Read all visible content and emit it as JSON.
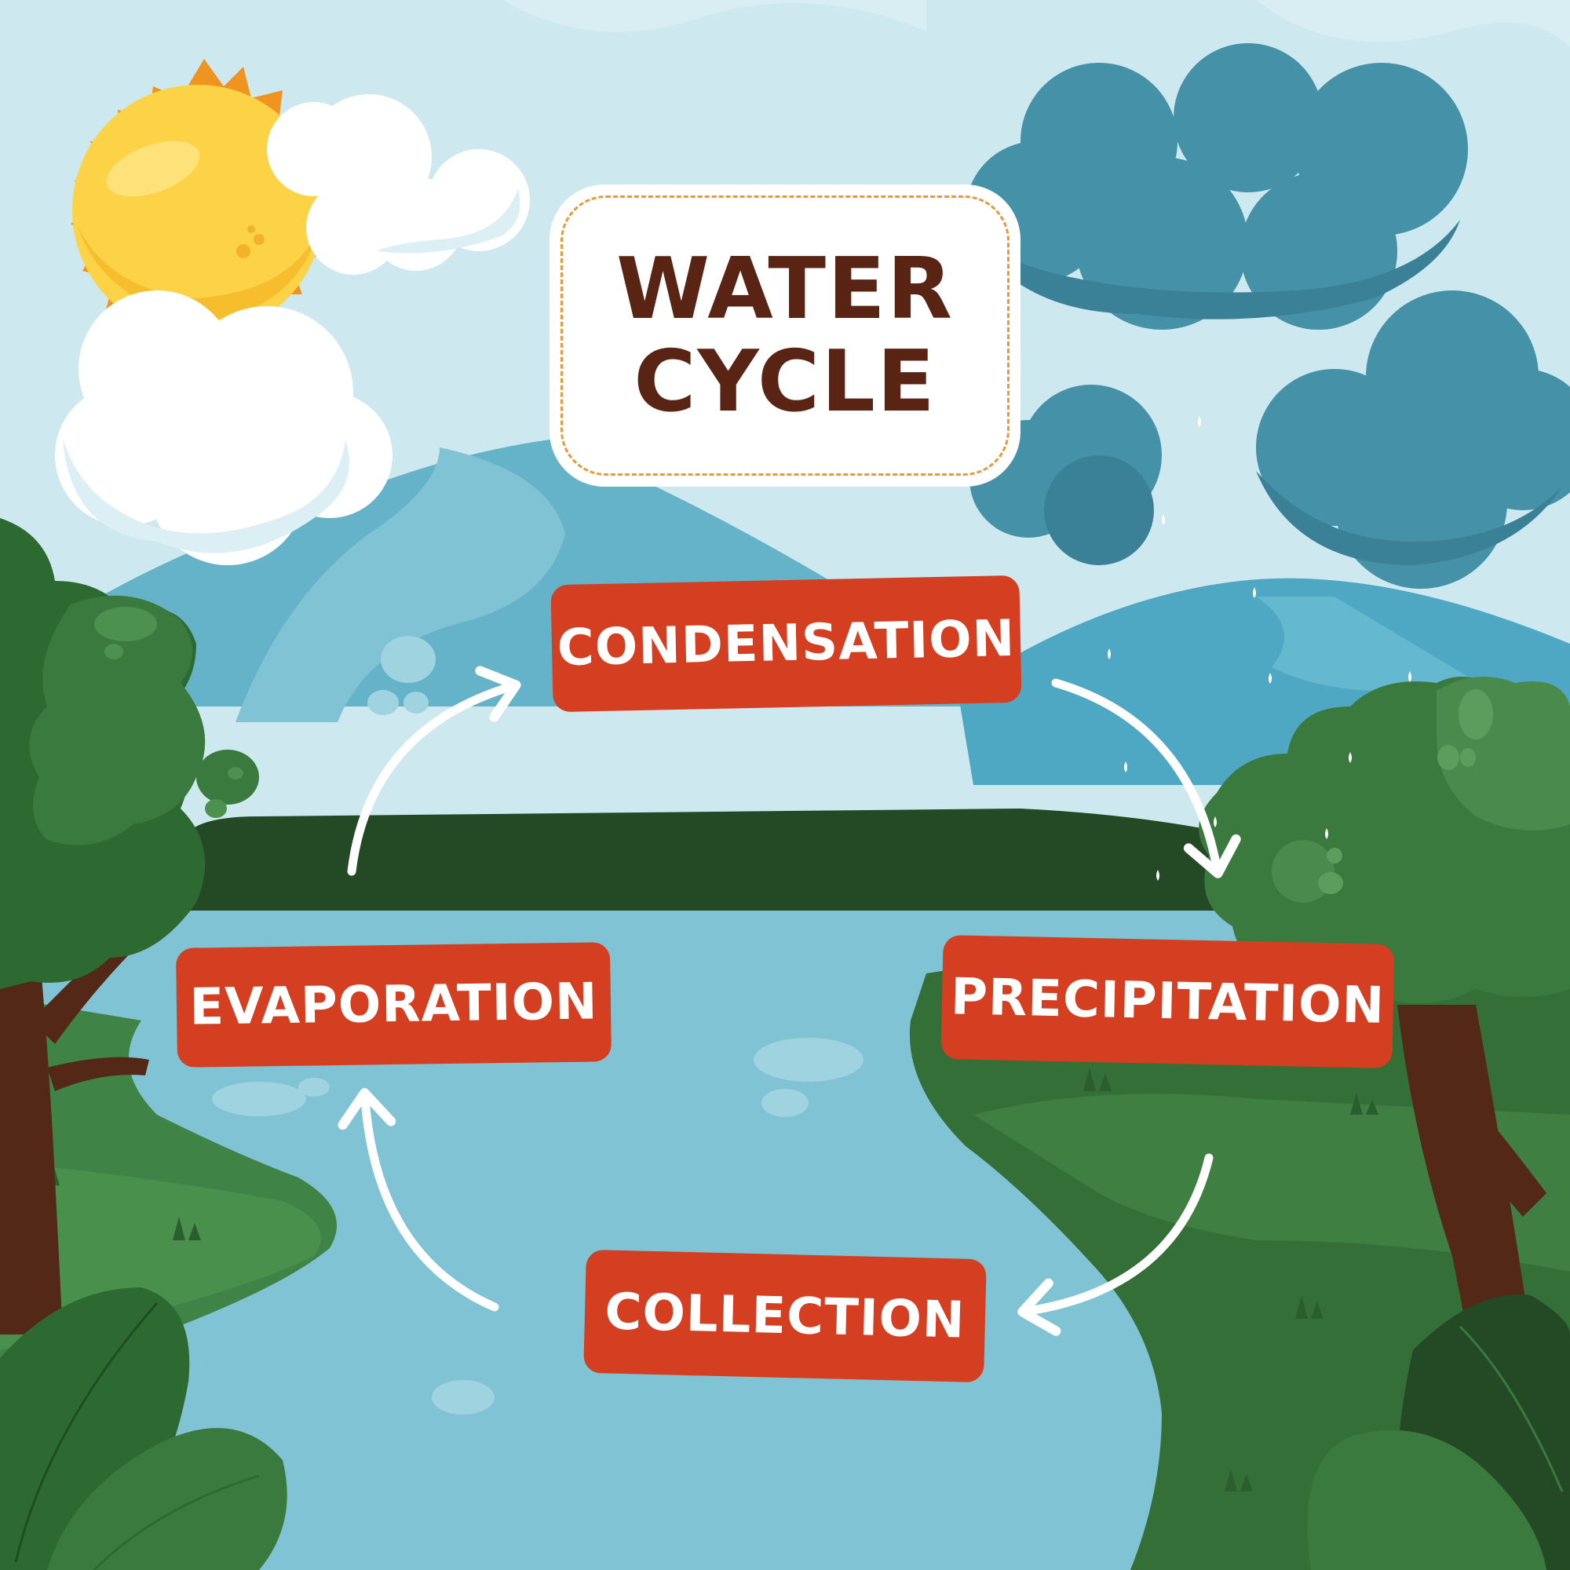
{
  "title": "WATER\nCYCLE",
  "steps": {
    "condensation": "CONDENSATION",
    "precipitation": "PRECIPITATION",
    "collection": "COLLECTION",
    "evaporation": "EVAPORATION"
  },
  "colors": {
    "sky": "#cde8ee",
    "label_bg": "#d33f20",
    "label_text": "#ffffff",
    "title_text": "#5a2414",
    "water": "#7fc3d4",
    "grass": "#3a7a3e",
    "storm_cloud": "#4592a8",
    "sun": "#fbd24a"
  },
  "icons": [
    "sun-icon",
    "cloud-icon",
    "rain-cloud-icon",
    "tree-icon",
    "arrow-icon"
  ]
}
